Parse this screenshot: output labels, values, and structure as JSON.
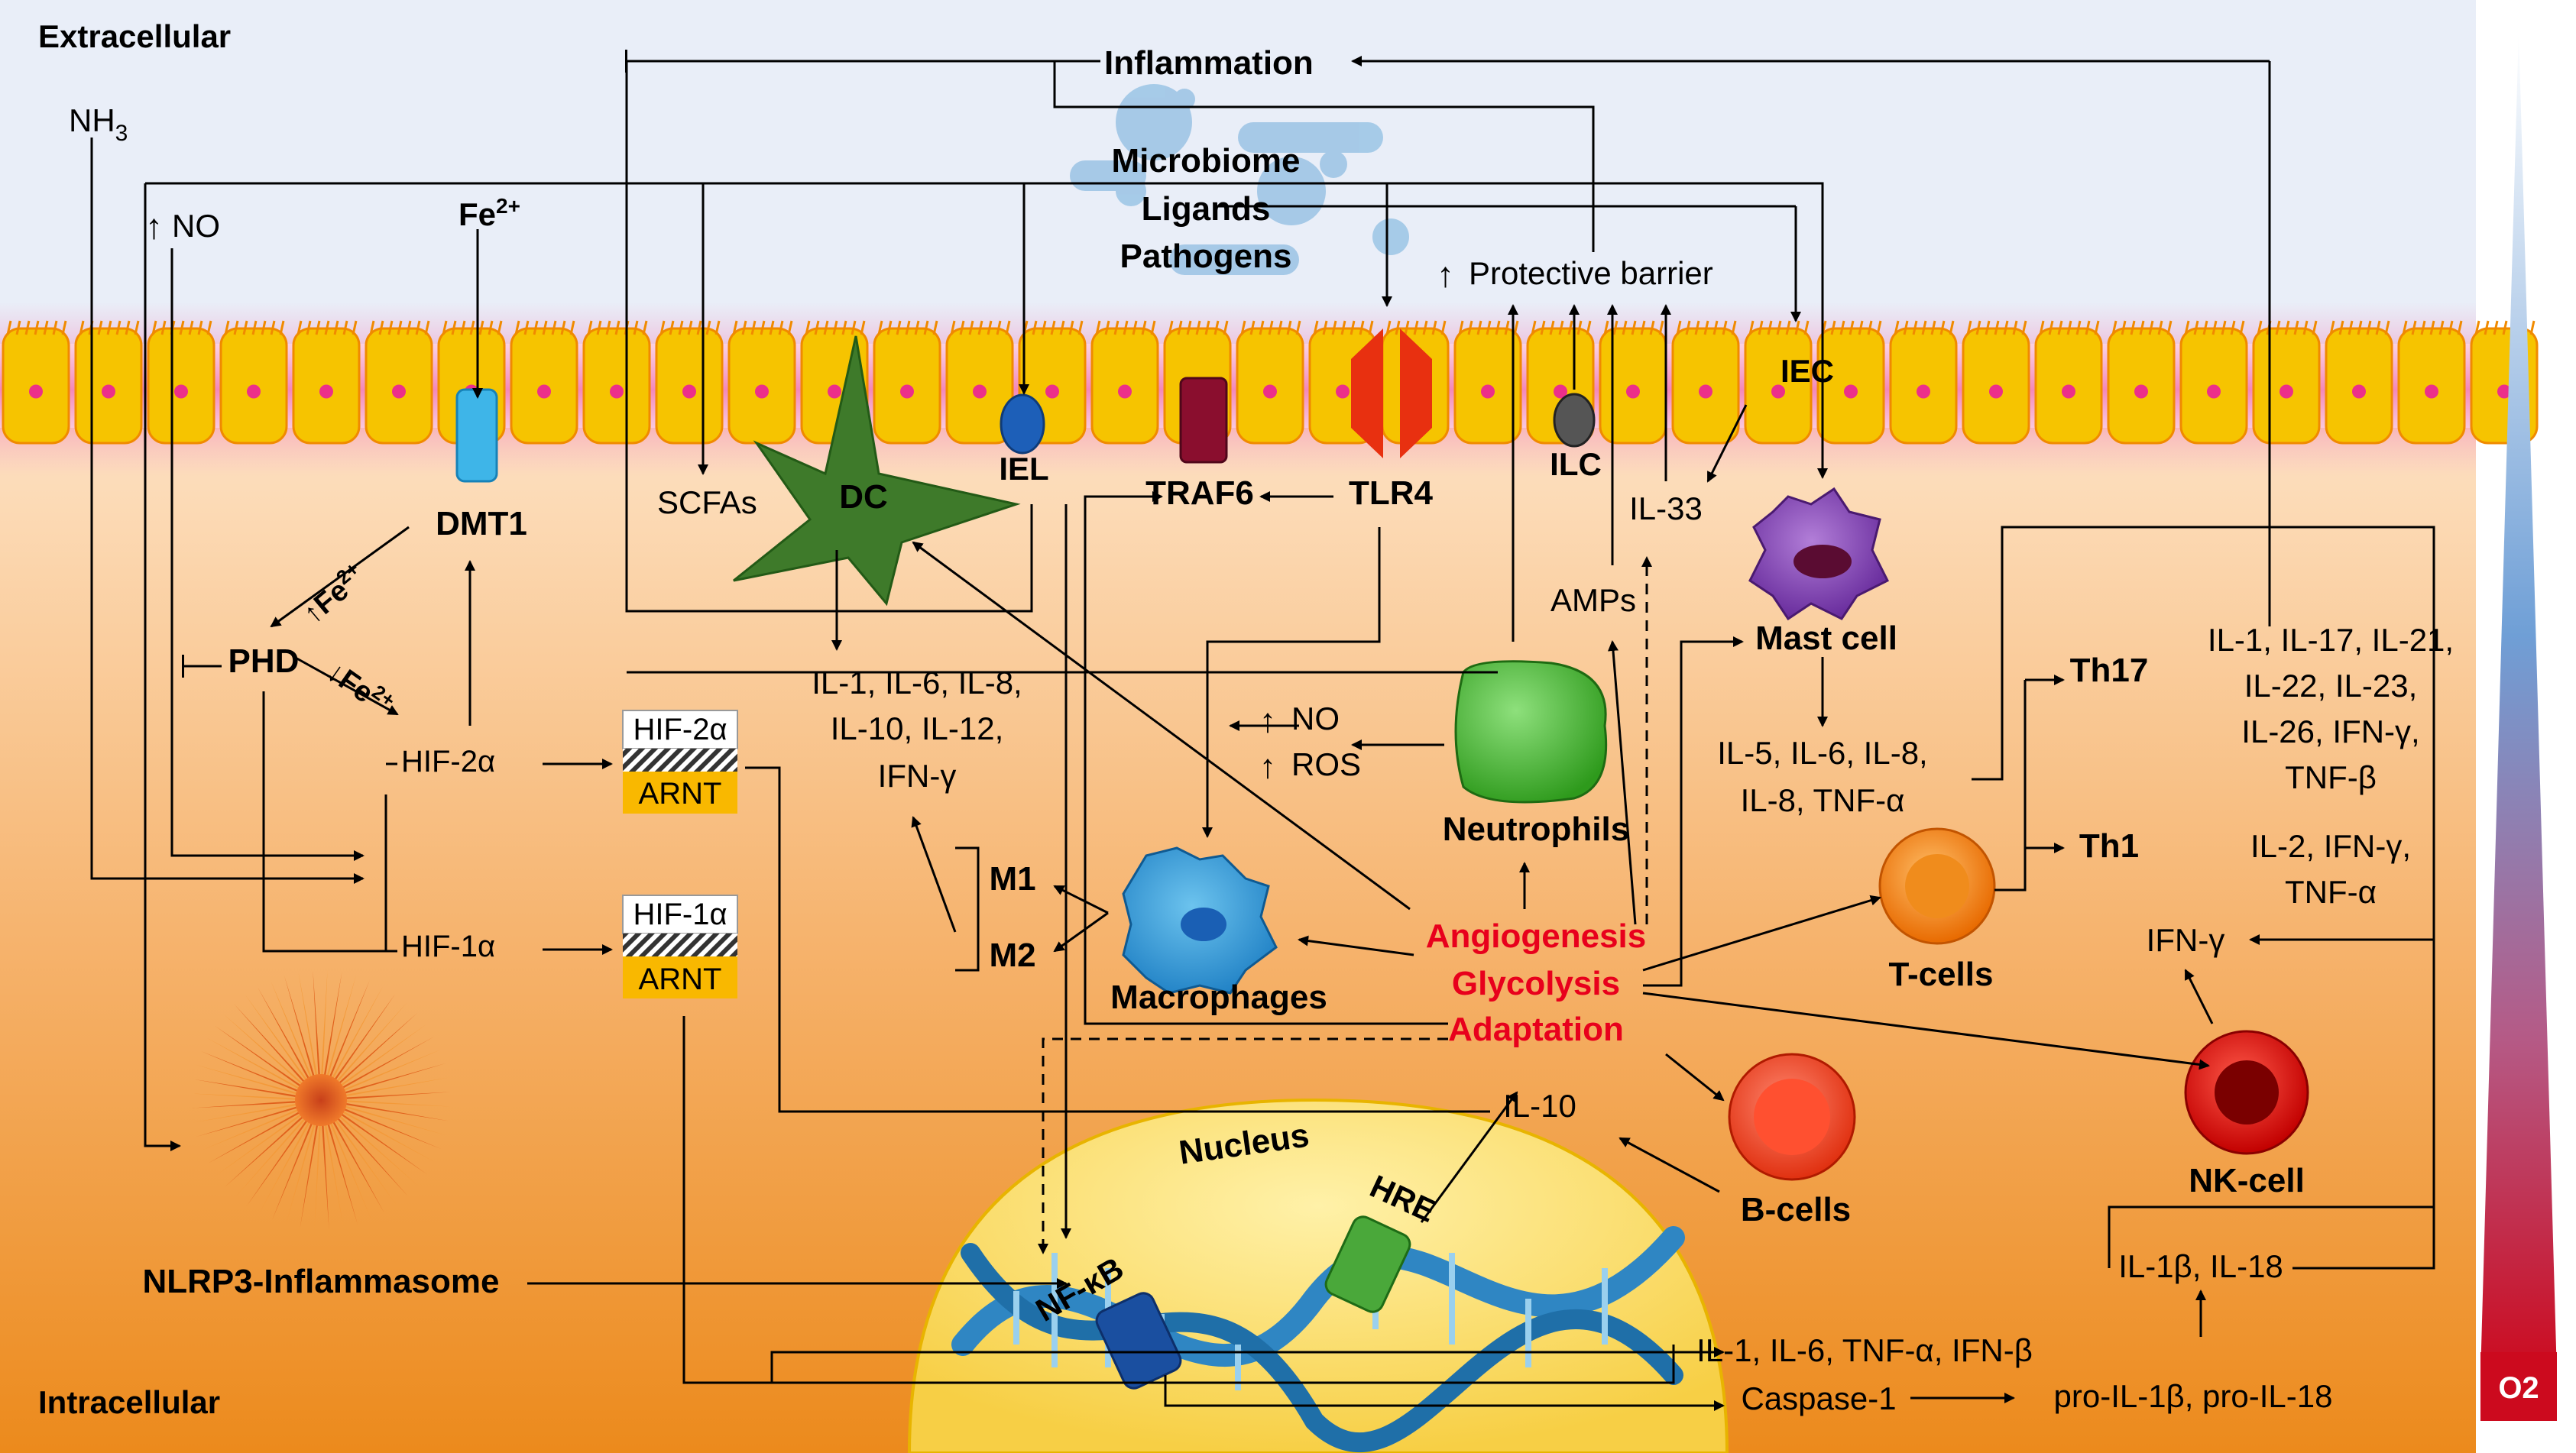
{
  "regions": {
    "extracellular": "Extracellular",
    "intracellular": "Intracellular",
    "o2": "O2"
  },
  "top": {
    "nh3": "NH",
    "nh3_sub": "3",
    "no": "NO",
    "fe": "Fe",
    "fe_sup": "2+",
    "inflammation": "Inflammation",
    "microbiome": "Microbiome",
    "ligands": "Ligands",
    "pathogens": "Pathogens",
    "protective_barrier": "Protective barrier"
  },
  "membrane": {
    "iec": "IEC",
    "iel": "IEL",
    "ilc": "ILC",
    "dmt1": "DMT1",
    "scfas": "SCFAs",
    "dc": "DC",
    "traf6": "TRAF6",
    "tlr4": "TLR4",
    "il33": "IL-33"
  },
  "hypoxia": {
    "phd": "PHD",
    "fe_up": "Fe",
    "fe_down": "Fe",
    "fe_charge": "2+",
    "hif2a": "HIF-2α",
    "hif1a": "HIF-1α",
    "complex_hif2a": "HIF-2α",
    "complex_hif1a": "HIF-1α",
    "arnt": "ARNT"
  },
  "cytokines": {
    "dc_line1": "IL-1, IL-6, IL-8,",
    "dc_line2": "IL-10, IL-12,",
    "dc_line3": "IFN-γ",
    "no": "NO",
    "ros": "ROS",
    "amps": "AMPs",
    "mast_line1": "IL-5, IL-6, IL-8,",
    "mast_line2": "IL-8, TNF-α",
    "th17_line1": "IL-1, IL-17, IL-21,",
    "th17_line2": "IL-22, IL-23,",
    "th17_line3": "IL-26, IFN-γ,",
    "th17_line4": "TNF-β",
    "th1_line1": "IL-2, IFN-γ,",
    "th1_line2": "TNF-α",
    "ifn_gamma": "IFN-γ",
    "il10": "IL-10",
    "il1b_il18": "IL-1β, IL-18",
    "nucleus_out": "IL-1, IL-6, TNF-α, IFN-β",
    "caspase": "Caspase-1",
    "pro_il": "pro-IL-1β, pro-IL-18"
  },
  "cells": {
    "m1": "M1",
    "m2": "M2",
    "macrophages": "Macrophages",
    "neutrophils": "Neutrophils",
    "mast_cell": "Mast cell",
    "t_cells": "T-cells",
    "th17": "Th17",
    "th1": "Th1",
    "nk_cell": "NK-cell",
    "b_cells": "B-cells",
    "nlrp3": "NLRP3-Inflammasome"
  },
  "processes": {
    "angiogenesis": "Angiogenesis",
    "glycolysis": "Glycolysis",
    "adaptation": "Adaptation"
  },
  "nucleus": {
    "title": "Nucleus",
    "hre": "HRE",
    "nfkb": "NF-κB"
  },
  "colors": {
    "extracellular_bg": "#e9eef8",
    "intracellular_top": "#fbd9b8",
    "intracellular_bottom": "#ef8e1e",
    "epithelium": "#f6c400",
    "nucleus": "#fde27a",
    "dna": "#2f86c3",
    "process_text": "#e8001c",
    "o2_top": "#ffffff",
    "o2_mid": "#5b93d0",
    "o2_bottom": "#cc0a1e"
  },
  "icons": [
    "bacteria-icon",
    "dmt1-channel-icon",
    "dc-cell-icon",
    "iel-cell-icon",
    "traf6-icon",
    "tlr4-icon",
    "ilc-cell-icon",
    "mast-cell-icon",
    "neutrophil-icon",
    "macrophage-icon",
    "t-cell-icon",
    "nk-cell-icon",
    "b-cell-icon",
    "inflammasome-icon",
    "dna-helix-icon"
  ]
}
